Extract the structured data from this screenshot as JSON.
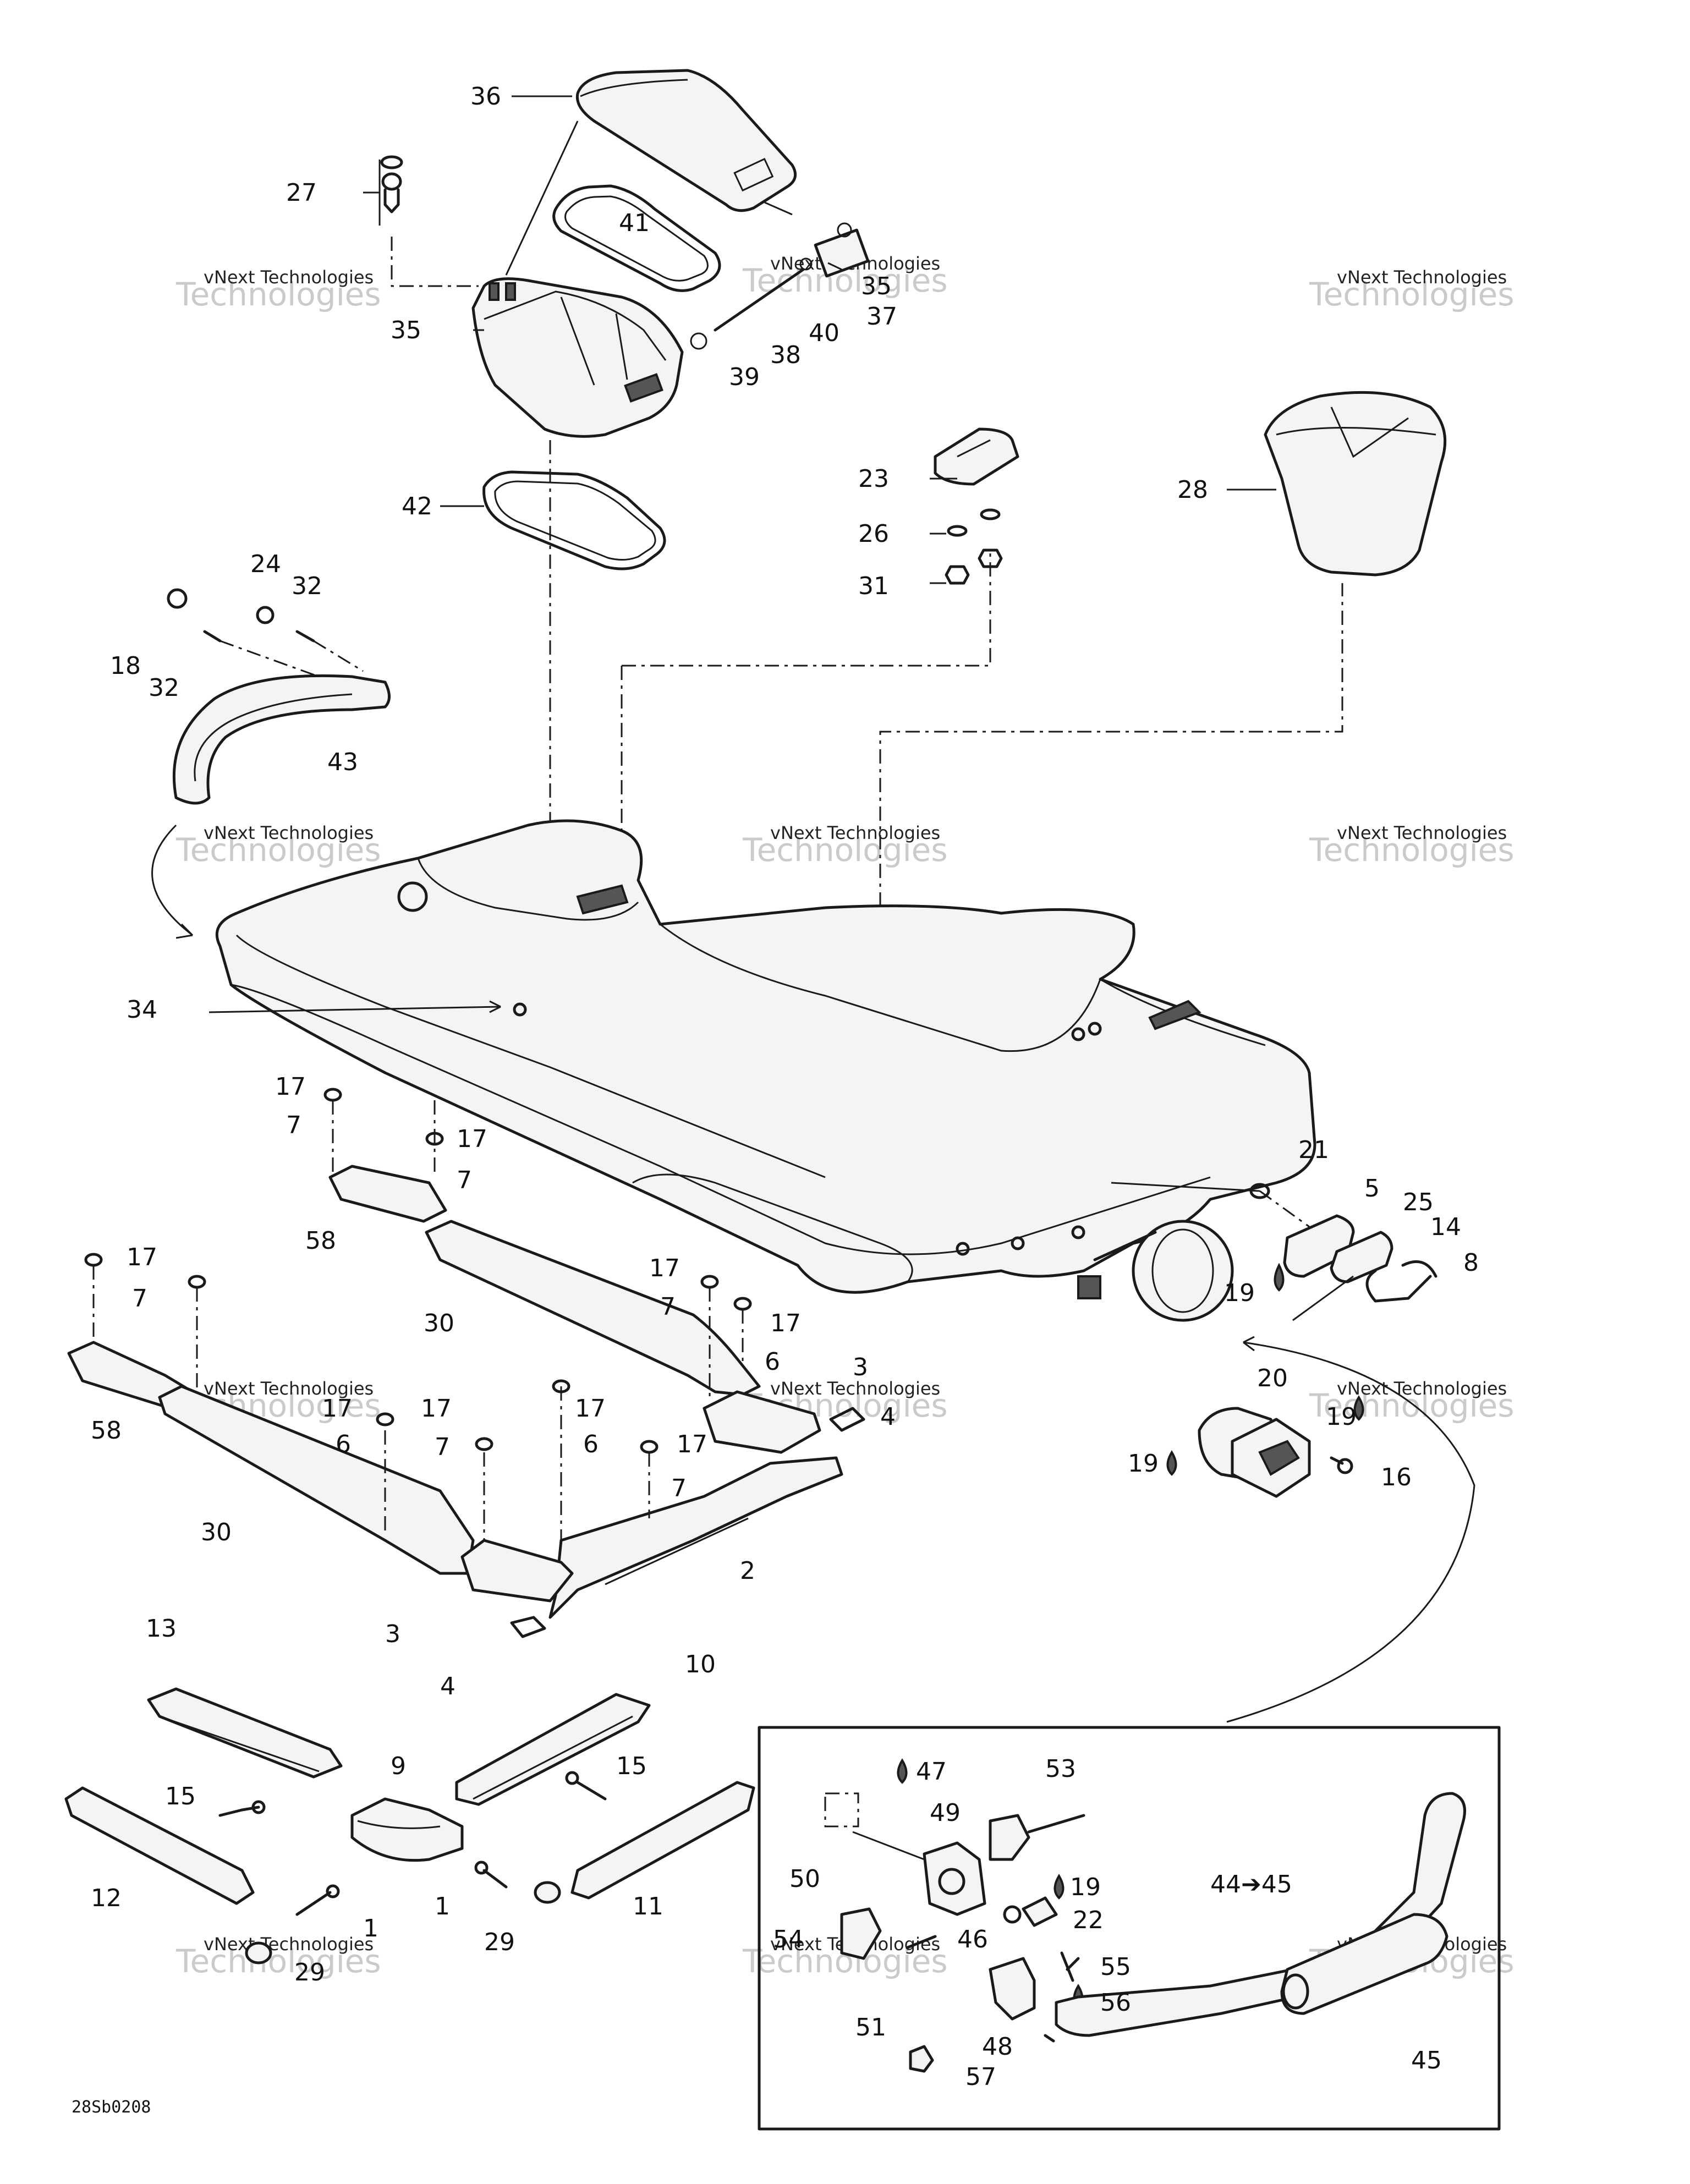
{
  "diagram_code": "28Sb0208",
  "watermark": {
    "line1": "vNext Technologies",
    "line2": "Technologies"
  },
  "callouts": [
    {
      "id": "c36",
      "label": "36"
    },
    {
      "id": "c27",
      "label": "27"
    },
    {
      "id": "c41",
      "label": "41"
    },
    {
      "id": "c35",
      "label": "35"
    },
    {
      "id": "c35b",
      "label": "35"
    },
    {
      "id": "c37",
      "label": "37"
    },
    {
      "id": "c40",
      "label": "40"
    },
    {
      "id": "c38",
      "label": "38"
    },
    {
      "id": "c39",
      "label": "39"
    },
    {
      "id": "c42",
      "label": "42"
    },
    {
      "id": "c23",
      "label": "23"
    },
    {
      "id": "c26",
      "label": "26"
    },
    {
      "id": "c31",
      "label": "31"
    },
    {
      "id": "c28",
      "label": "28"
    },
    {
      "id": "c24",
      "label": "24"
    },
    {
      "id": "c32a",
      "label": "32"
    },
    {
      "id": "c18",
      "label": "18"
    },
    {
      "id": "c32b",
      "label": "32"
    },
    {
      "id": "c43",
      "label": "43"
    },
    {
      "id": "c34",
      "label": "34"
    },
    {
      "id": "c17a",
      "label": "17"
    },
    {
      "id": "c7a",
      "label": "7"
    },
    {
      "id": "c17b",
      "label": "17"
    },
    {
      "id": "c7b",
      "label": "7"
    },
    {
      "id": "c58a",
      "label": "58"
    },
    {
      "id": "c17c",
      "label": "17"
    },
    {
      "id": "c7c",
      "label": "7"
    },
    {
      "id": "c30a",
      "label": "30"
    },
    {
      "id": "c17d",
      "label": "17"
    },
    {
      "id": "c7d",
      "label": "7"
    },
    {
      "id": "c17e",
      "label": "17"
    },
    {
      "id": "c6a",
      "label": "6"
    },
    {
      "id": "c3a",
      "label": "3"
    },
    {
      "id": "c4a",
      "label": "4"
    },
    {
      "id": "c58b",
      "label": "58"
    },
    {
      "id": "c17f",
      "label": "17"
    },
    {
      "id": "c6b",
      "label": "6"
    },
    {
      "id": "c17g",
      "label": "17"
    },
    {
      "id": "c7e",
      "label": "7"
    },
    {
      "id": "c17h",
      "label": "17"
    },
    {
      "id": "c6c",
      "label": "6"
    },
    {
      "id": "c17i",
      "label": "17"
    },
    {
      "id": "c7f",
      "label": "7"
    },
    {
      "id": "c30b",
      "label": "30"
    },
    {
      "id": "c2",
      "label": "2"
    },
    {
      "id": "c3b",
      "label": "3"
    },
    {
      "id": "c4b",
      "label": "4"
    },
    {
      "id": "c21",
      "label": "21"
    },
    {
      "id": "c5",
      "label": "5"
    },
    {
      "id": "c25",
      "label": "25"
    },
    {
      "id": "c14",
      "label": "14"
    },
    {
      "id": "c8",
      "label": "8"
    },
    {
      "id": "c19a",
      "label": "19"
    },
    {
      "id": "c20",
      "label": "20"
    },
    {
      "id": "c19b",
      "label": "19"
    },
    {
      "id": "c19c",
      "label": "19"
    },
    {
      "id": "c16",
      "label": "16"
    },
    {
      "id": "c13",
      "label": "13"
    },
    {
      "id": "c10",
      "label": "10"
    },
    {
      "id": "c9",
      "label": "9"
    },
    {
      "id": "c15a",
      "label": "15"
    },
    {
      "id": "c15b",
      "label": "15"
    },
    {
      "id": "c12",
      "label": "12"
    },
    {
      "id": "c11",
      "label": "11"
    },
    {
      "id": "c1a",
      "label": "1"
    },
    {
      "id": "c1b",
      "label": "1"
    },
    {
      "id": "c29a",
      "label": "29"
    },
    {
      "id": "c29b",
      "label": "29"
    },
    {
      "id": "c47",
      "label": "47"
    },
    {
      "id": "c49",
      "label": "49"
    },
    {
      "id": "c53",
      "label": "53"
    },
    {
      "id": "c19d",
      "label": "19"
    },
    {
      "id": "c22",
      "label": "22"
    },
    {
      "id": "c50",
      "label": "50"
    },
    {
      "id": "c54",
      "label": "54"
    },
    {
      "id": "c46",
      "label": "46"
    },
    {
      "id": "c55",
      "label": "55"
    },
    {
      "id": "c56",
      "label": "56"
    },
    {
      "id": "c48",
      "label": "48"
    },
    {
      "id": "c44",
      "label": "44➔45"
    },
    {
      "id": "c45",
      "label": "45"
    },
    {
      "id": "c51",
      "label": "51"
    },
    {
      "id": "c57",
      "label": "57"
    }
  ]
}
